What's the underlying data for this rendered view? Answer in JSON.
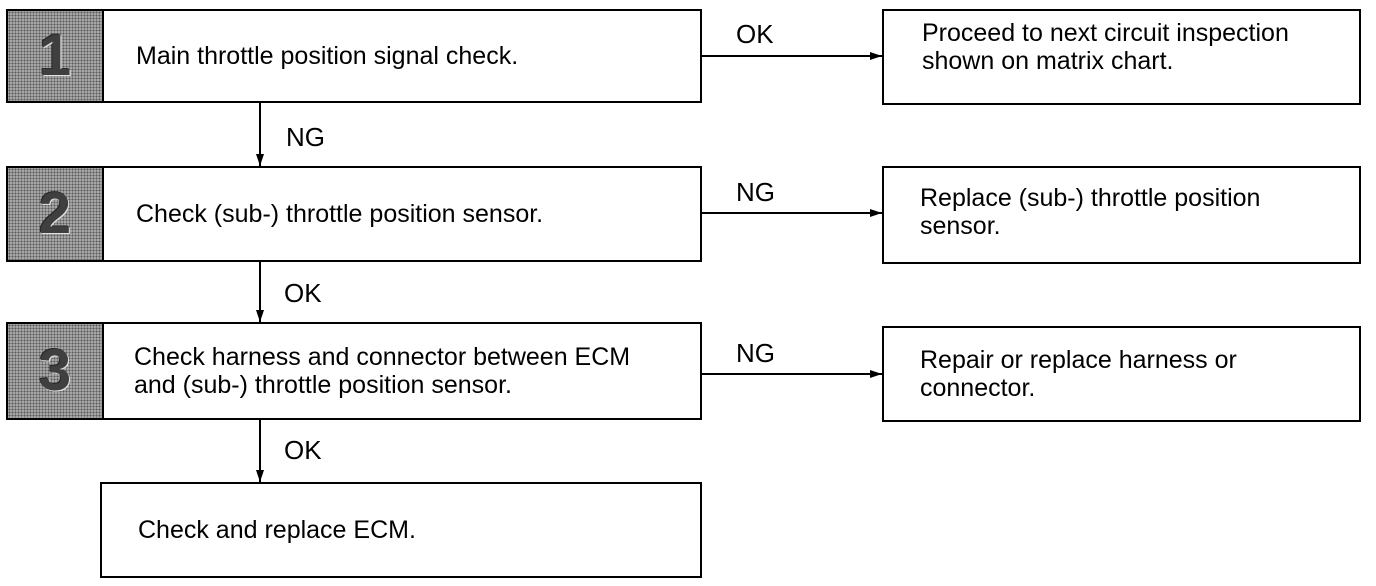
{
  "steps": [
    {
      "num": "1",
      "text": "Main throttle position signal check."
    },
    {
      "num": "2",
      "text": "Check (sub-) throttle position sensor."
    },
    {
      "num": "3",
      "text": "Check harness and connector between ECM and (sub-) throttle position sensor."
    },
    {
      "num": "",
      "text": "Check and replace ECM."
    }
  ],
  "results": [
    {
      "text": "Proceed to next circuit inspection shown on matrix chart."
    },
    {
      "text": "Replace (sub-) throttle position sensor."
    },
    {
      "text": "Repair or replace harness or connector."
    }
  ],
  "branch_labels": {
    "step1_right": "OK",
    "step1_down": "NG",
    "step2_right": "NG",
    "step2_down": "OK",
    "step3_right": "NG",
    "step3_down": "OK"
  }
}
